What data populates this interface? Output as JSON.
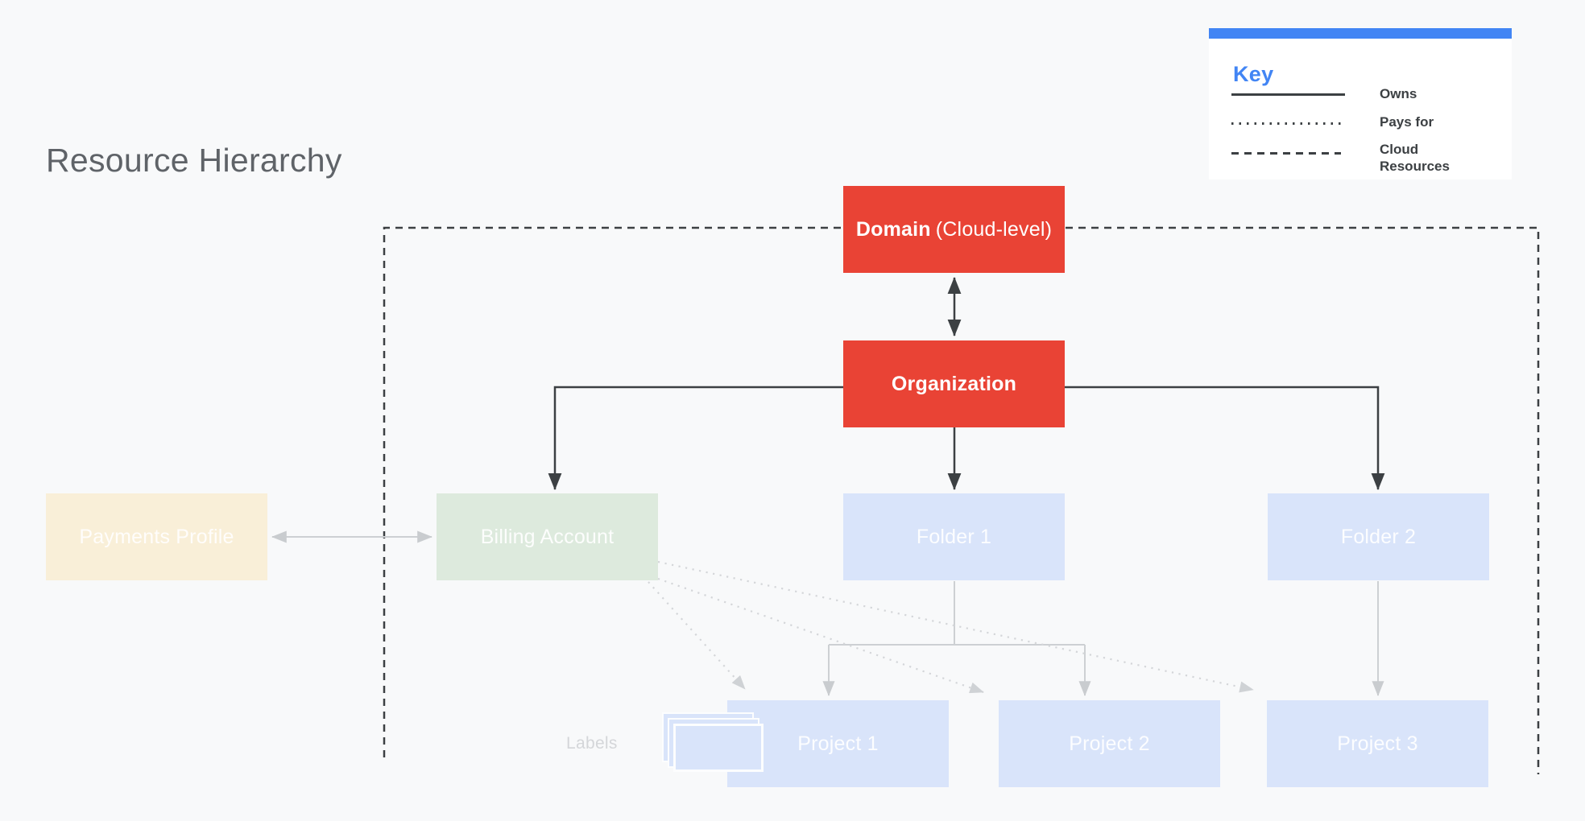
{
  "title": "Resource Hierarchy",
  "key": {
    "heading": "Key",
    "entries": [
      {
        "label": "Owns",
        "style": "solid"
      },
      {
        "label": "Pays for",
        "style": "dotted"
      },
      {
        "label": "Cloud Resources",
        "style": "dashed"
      }
    ]
  },
  "nodes": {
    "domain_bold": "Domain",
    "domain_rest": "(Cloud-level)",
    "organization": "Organization",
    "payments_profile": "Payments Profile",
    "billing_account": "Billing Account",
    "folder_1": "Folder 1",
    "folder_2": "Folder 2",
    "project_1": "Project 1",
    "project_2": "Project 2",
    "project_3": "Project 3"
  },
  "annotations": {
    "labels_caption": "Labels"
  },
  "colors": {
    "background": "#F8F9FA",
    "node_red": "#E94335",
    "node_blue": "#D9E4FA",
    "node_green": "#DDEADD",
    "node_cream": "#F9EFD8",
    "accent_blue": "#4285F4",
    "dark_line": "#3C4043",
    "gray_line": "#CDD0D3",
    "dotted_line": "#D4D6D9",
    "title_gray": "#5F6368"
  }
}
